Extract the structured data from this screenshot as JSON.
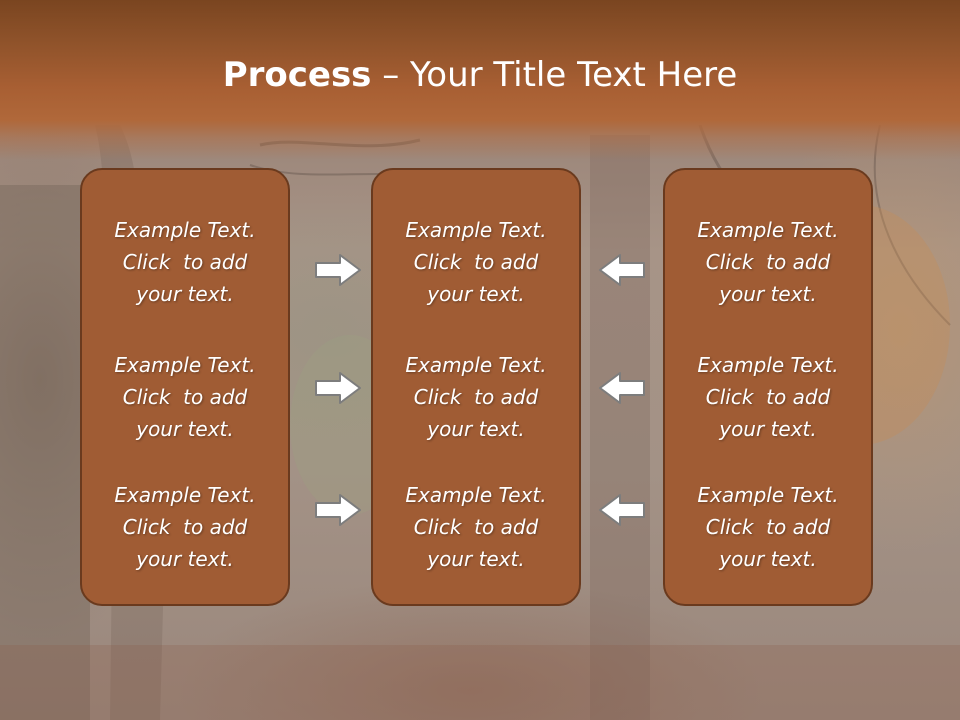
{
  "title": {
    "bold": "Process",
    "rest": " – Your Title Text Here"
  },
  "columns": [
    {
      "items": [
        {
          "line1": "Example Text.",
          "line2": "Click  to add",
          "line3": "your text."
        },
        {
          "line1": "Example Text.",
          "line2": "Click  to add",
          "line3": "your text."
        },
        {
          "line1": "Example Text.",
          "line2": "Click  to add",
          "line3": "your text."
        }
      ]
    },
    {
      "items": [
        {
          "line1": "Example Text.",
          "line2": "Click  to add",
          "line3": "your text."
        },
        {
          "line1": "Example Text.",
          "line2": "Click  to add",
          "line3": "your text."
        },
        {
          "line1": "Example Text.",
          "line2": "Click  to add",
          "line3": "your text."
        }
      ]
    },
    {
      "items": [
        {
          "line1": "Example Text.",
          "line2": "Click  to add",
          "line3": "your text."
        },
        {
          "line1": "Example Text.",
          "line2": "Click  to add",
          "line3": "your text."
        },
        {
          "line1": "Example Text.",
          "line2": "Click  to add",
          "line3": "your text."
        }
      ]
    }
  ],
  "arrows": {
    "left_group": "right-arrow-icon",
    "right_group": "left-arrow-icon"
  },
  "colors": {
    "header": "#a85f33",
    "box_fill": "#a05c34",
    "box_border": "#6a3a1e",
    "text": "#ffffff"
  }
}
